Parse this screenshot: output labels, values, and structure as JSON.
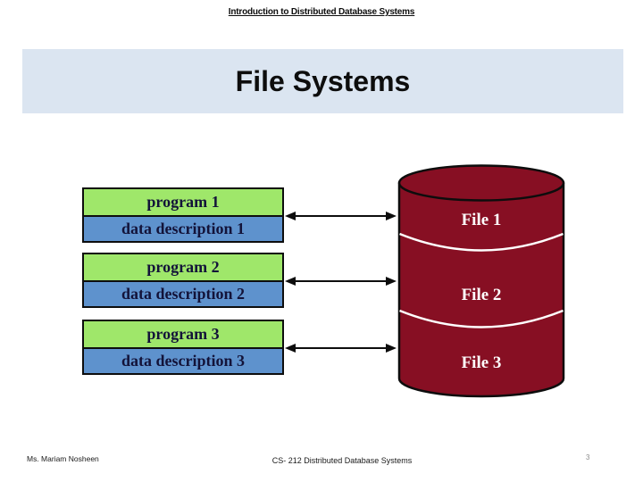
{
  "header": {
    "title": "Introduction to Distributed Database Systems"
  },
  "banner": {
    "title": "File Systems"
  },
  "diagram": {
    "pairs": [
      {
        "program_label": "program 1",
        "data_label": "data description 1"
      },
      {
        "program_label": "program 2",
        "data_label": "data description 2"
      },
      {
        "program_label": "program 3",
        "data_label": "data description 3"
      }
    ],
    "files": [
      {
        "label": "File 1"
      },
      {
        "label": "File 2"
      },
      {
        "label": "File 3"
      }
    ]
  },
  "footer": {
    "author": "Ms. Mariam Nosheen",
    "course": "CS- 212 Distributed Database Systems",
    "page_number": "3"
  },
  "colors": {
    "banner_bg": "#dbe5f1",
    "program_green": "#9fe76a",
    "data_blue": "#5e92cd",
    "cylinder_maroon": "#870f23",
    "box_text_navy": "#131339",
    "outline_black": "#0d0d0d",
    "file_text_white": "#ffffff",
    "page_number_gray": "#8a8a8a"
  }
}
